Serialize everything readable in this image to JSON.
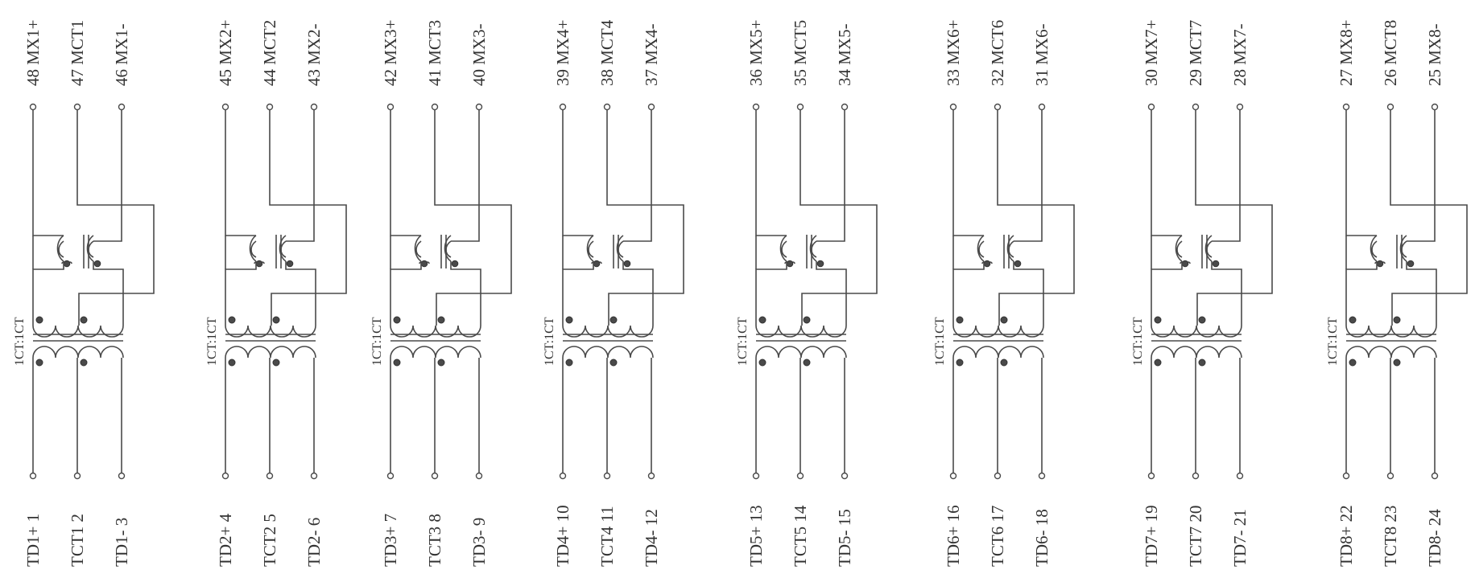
{
  "channels": [
    {
      "ratio": "1CT:1CT",
      "line_pins": [
        {
          "num": "48",
          "name": "MX1+"
        },
        {
          "num": "47",
          "name": "MCT1"
        },
        {
          "num": "46",
          "name": "MX1-"
        }
      ],
      "chip_pins": [
        {
          "num": "1",
          "name": "TD1+"
        },
        {
          "num": "2",
          "name": "TCT1"
        },
        {
          "num": "3",
          "name": "TD1-"
        }
      ]
    },
    {
      "ratio": "1CT:1CT",
      "line_pins": [
        {
          "num": "45",
          "name": "MX2+"
        },
        {
          "num": "44",
          "name": "MCT2"
        },
        {
          "num": "43",
          "name": "MX2-"
        }
      ],
      "chip_pins": [
        {
          "num": "4",
          "name": "TD2+"
        },
        {
          "num": "5",
          "name": "TCT2"
        },
        {
          "num": "6",
          "name": "TD2-"
        }
      ]
    },
    {
      "ratio": "1CT:1CT",
      "line_pins": [
        {
          "num": "42",
          "name": "MX3+"
        },
        {
          "num": "41",
          "name": "MCT3"
        },
        {
          "num": "40",
          "name": "MX3-"
        }
      ],
      "chip_pins": [
        {
          "num": "7",
          "name": "TD3+"
        },
        {
          "num": "8",
          "name": "TCT3"
        },
        {
          "num": "9",
          "name": "TD3-"
        }
      ]
    },
    {
      "ratio": "1CT:1CT",
      "line_pins": [
        {
          "num": "39",
          "name": "MX4+"
        },
        {
          "num": "38",
          "name": "MCT4"
        },
        {
          "num": "37",
          "name": "MX4-"
        }
      ],
      "chip_pins": [
        {
          "num": "10",
          "name": "TD4+"
        },
        {
          "num": "11",
          "name": "TCT4"
        },
        {
          "num": "12",
          "name": "TD4-"
        }
      ]
    },
    {
      "ratio": "1CT:1CT",
      "line_pins": [
        {
          "num": "36",
          "name": "MX5+"
        },
        {
          "num": "35",
          "name": "MCT5"
        },
        {
          "num": "34",
          "name": "MX5-"
        }
      ],
      "chip_pins": [
        {
          "num": "13",
          "name": "TD5+"
        },
        {
          "num": "14",
          "name": "TCT5"
        },
        {
          "num": "15",
          "name": "TD5-"
        }
      ]
    },
    {
      "ratio": "1CT:1CT",
      "line_pins": [
        {
          "num": "33",
          "name": "MX6+"
        },
        {
          "num": "32",
          "name": "MCT6"
        },
        {
          "num": "31",
          "name": "MX6-"
        }
      ],
      "chip_pins": [
        {
          "num": "16",
          "name": "TD6+"
        },
        {
          "num": "17",
          "name": "TCT6"
        },
        {
          "num": "18",
          "name": "TD6-"
        }
      ]
    },
    {
      "ratio": "1CT:1CT",
      "line_pins": [
        {
          "num": "30",
          "name": "MX7+"
        },
        {
          "num": "29",
          "name": "MCT7"
        },
        {
          "num": "28",
          "name": "MX7-"
        }
      ],
      "chip_pins": [
        {
          "num": "19",
          "name": "TD7+"
        },
        {
          "num": "20",
          "name": "TCT7"
        },
        {
          "num": "21",
          "name": "TD7-"
        }
      ]
    },
    {
      "ratio": "1CT:1CT",
      "line_pins": [
        {
          "num": "27",
          "name": "MX8+"
        },
        {
          "num": "26",
          "name": "MCT8"
        },
        {
          "num": "25",
          "name": "MX8-"
        }
      ],
      "chip_pins": [
        {
          "num": "22",
          "name": "TD8+"
        },
        {
          "num": "23",
          "name": "TCT8"
        },
        {
          "num": "24",
          "name": "TD8-"
        }
      ]
    }
  ]
}
